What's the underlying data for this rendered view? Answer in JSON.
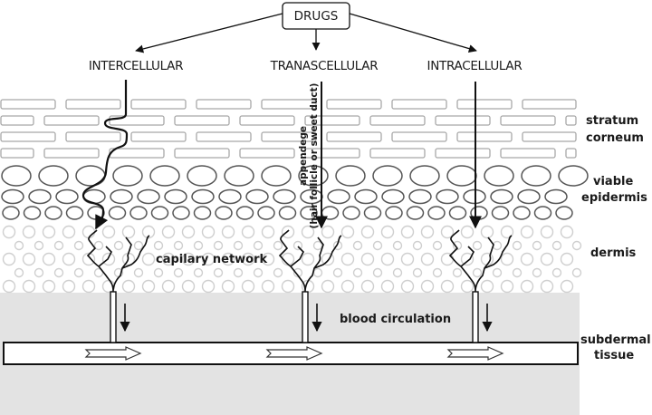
{
  "diagram": {
    "title_node": "DRUGS",
    "routes": [
      {
        "id": "intercellular",
        "label": "INTERCELLULAR",
        "path": "wavy"
      },
      {
        "id": "transcellular",
        "label": "TRANASCELLULAR",
        "path": "straight",
        "annotation_line1": "appendege",
        "annotation_line2": "(hair follicle or sweet duct)"
      },
      {
        "id": "intracellular",
        "label": "INTRACELLULAR",
        "path": "straight"
      }
    ],
    "layers": [
      {
        "id": "stratum-corneum",
        "line1": "stratum",
        "line2": "corneum"
      },
      {
        "id": "viable-epidermis",
        "line1": "viable",
        "line2": "epidermis"
      },
      {
        "id": "dermis",
        "line1": "dermis",
        "line2": ""
      },
      {
        "id": "subdermal-tissue",
        "line1": "subdermal",
        "line2": "tissue"
      }
    ],
    "inner_labels": {
      "capillary": "capilary network",
      "blood": "blood circulation"
    },
    "colors": {
      "ink": "#111111",
      "brick_stroke": "#a8a8a8",
      "cell_stroke": "#555555",
      "dermis_stroke": "#cfcfcf",
      "subdermal_fill": "#e3e3e3"
    }
  }
}
